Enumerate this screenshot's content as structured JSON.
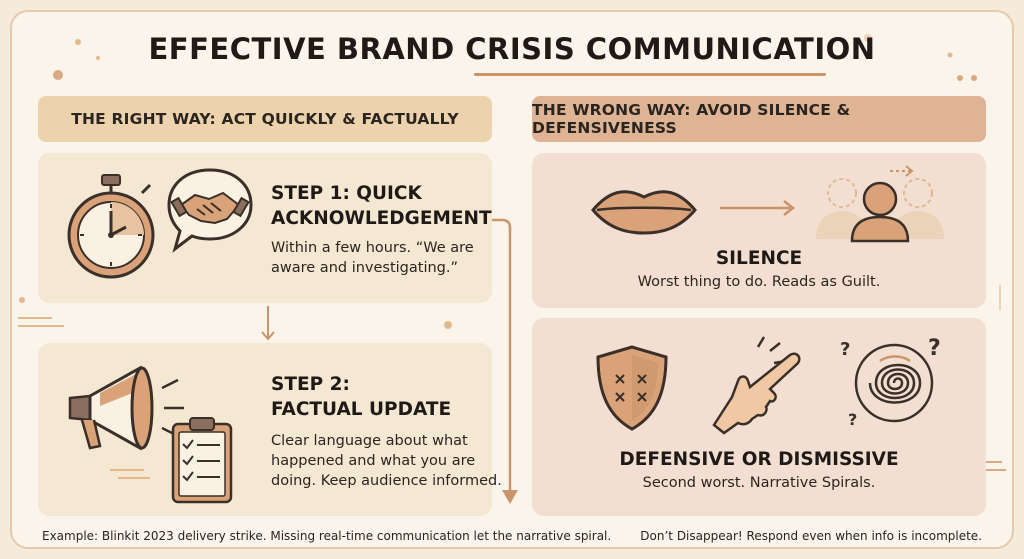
{
  "title": {
    "part1": "EFFECTIVE BRAND ",
    "part2": "CRISIS COMMUNICATION"
  },
  "right_way": {
    "banner": "THE RIGHT WAY: ACT QUICKLY & FACTUALLY",
    "step1": {
      "title_line1": "STEP 1: QUICK",
      "title_line2": "ACKNOWLEDGEMENT",
      "body_line1": "Within a few hours. “We are",
      "body_line2": "aware and investigating.”"
    },
    "step2": {
      "title_line1": "STEP 2:",
      "title_line2": "FACTUAL UPDATE",
      "body_line1": "Clear language about what",
      "body_line2": "happened and what you are",
      "body_line3": "doing. Keep audience informed."
    }
  },
  "wrong_way": {
    "banner": "THE WRONG WAY: AVOID SILENCE & DEFENSIVENESS",
    "silence": {
      "title": "SILENCE",
      "body": "Worst thing to do. Reads as Guilt."
    },
    "defensive": {
      "title": "DEFENSIVE OR DISMISSIVE",
      "body": "Second worst. Narrative Spirals."
    }
  },
  "footer": {
    "left": "Example: Blinkit 2023 delivery strike. Missing real-time communication let the narrative spiral.",
    "right": "Don’t Disappear! Respond even when info is incomplete."
  },
  "colors": {
    "background": "#f6eadb",
    "accent": "#c9956b",
    "right_banner": "#ecd3ad",
    "wrong_banner": "#deb495",
    "right_card": "#f5e8d2",
    "wrong_card": "#f3dfd1"
  },
  "icons": [
    "stopwatch-icon",
    "handshake-icon",
    "megaphone-icon",
    "clipboard-checklist-icon",
    "lips-icon",
    "people-group-icon",
    "shield-icon",
    "pointing-hand-icon",
    "spiral-icon"
  ]
}
